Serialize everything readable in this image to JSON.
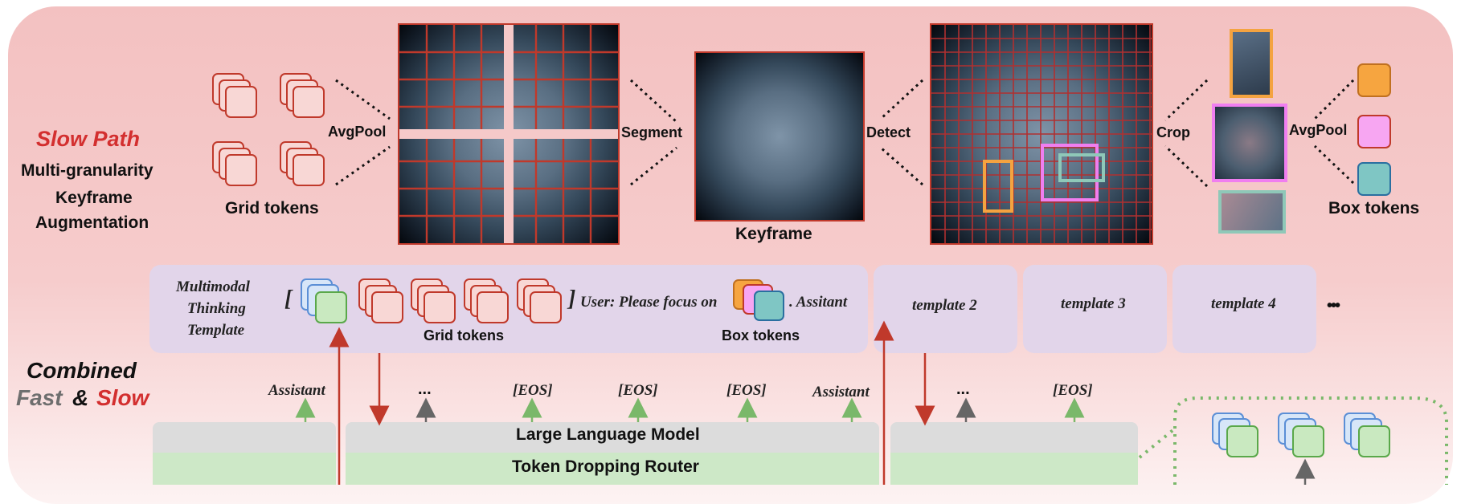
{
  "slow_path": {
    "title": "Slow Path",
    "lines": [
      "Multi-granularity",
      "Keyframe",
      "Augmentation"
    ]
  },
  "grid_tokens_label": "Grid tokens",
  "avgpool_left": "AvgPool",
  "segment": "Segment",
  "keyframe": "Keyframe",
  "detect": "Detect",
  "crop": "Crop",
  "avgpool_right": "AvgPool",
  "box_tokens_label": "Box tokens",
  "template": {
    "title_lines": [
      "Multimodal",
      "Thinking",
      "Template"
    ],
    "open_bracket": "[",
    "close_bracket": "]",
    "grid_tokens": "Grid tokens",
    "user_text": "User: Please focus on",
    "assistant_text": ". Assitant",
    "box_tokens": "Box tokens"
  },
  "templates": [
    "template 2",
    "template 3",
    "template 4"
  ],
  "ellipsis": "•••",
  "combined": {
    "line1": "Combined",
    "fast": "Fast",
    "amp": "&",
    "slow": "Slow"
  },
  "outputs": {
    "assistant1": "Assistant",
    "dots1": "...",
    "eos1": "[EOS]",
    "eos2": "[EOS]",
    "eos3": "[EOS]",
    "assistant2": "Assistant",
    "dots2": "...",
    "eos4": "[EOS]"
  },
  "llm": "Large Language Model",
  "router": "Token Dropping Router",
  "colors": {
    "red": "#c0392b",
    "slow_red": "#d32f2f",
    "fast_gray": "#6e6e6e",
    "orange": "#f4a340",
    "pink": "#f07ef0",
    "teal": "#6fb8b8",
    "arrow_green": "#7ab86a",
    "arrow_gray": "#666666"
  }
}
